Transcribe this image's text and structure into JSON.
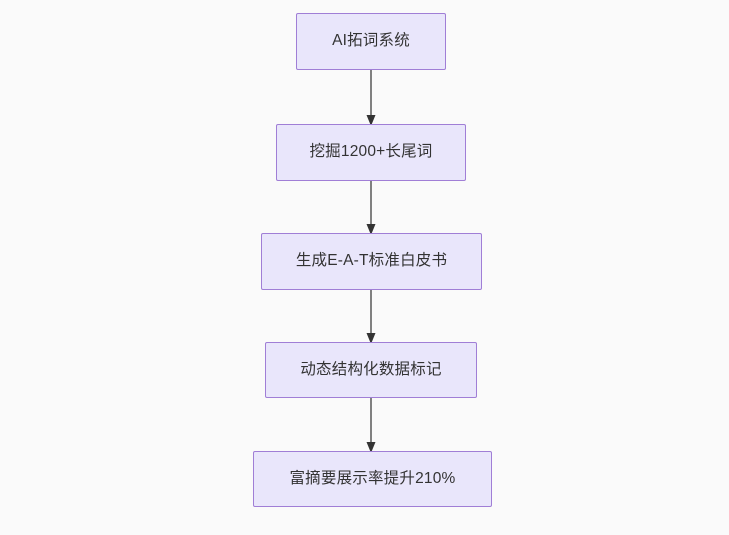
{
  "diagram": {
    "type": "flowchart",
    "orientation": "top-to-bottom",
    "background_color": "#fafafa",
    "node_fill_color": "#e9e6fb",
    "node_border_color": "#a07ed6",
    "node_text_color": "#333333",
    "edge_line_color": "#808080",
    "edge_arrow_color": "#333333",
    "nodes": [
      {
        "id": "n1",
        "label": "AI拓词系统"
      },
      {
        "id": "n2",
        "label": "挖掘1200+长尾词"
      },
      {
        "id": "n3",
        "label": "生成E-A-T标准白皮书"
      },
      {
        "id": "n4",
        "label": "动态结构化数据标记"
      },
      {
        "id": "n5",
        "label": "富摘要展示率提升210%"
      }
    ],
    "edges": [
      {
        "id": "e1",
        "from": "n1",
        "to": "n2",
        "label": ""
      },
      {
        "id": "e2",
        "from": "n2",
        "to": "n3",
        "label": ""
      },
      {
        "id": "e3",
        "from": "n3",
        "to": "n4",
        "label": ""
      },
      {
        "id": "e4",
        "from": "n4",
        "to": "n5",
        "label": ""
      }
    ]
  }
}
